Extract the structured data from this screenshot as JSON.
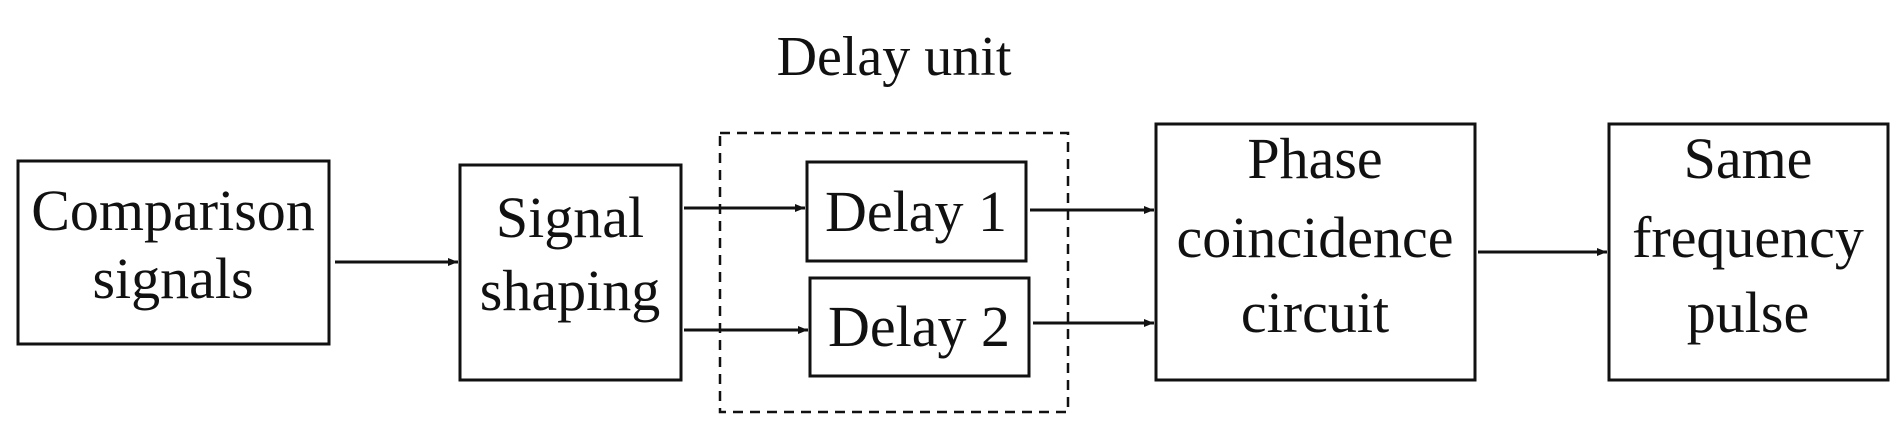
{
  "group": {
    "label": "Delay unit"
  },
  "blocks": {
    "comparison": {
      "line1": "Comparison",
      "line2": "signals"
    },
    "shaping": {
      "line1": "Signal",
      "line2": "shaping"
    },
    "delay1": {
      "line1": "Delay 1"
    },
    "delay2": {
      "line1": "Delay 2"
    },
    "phase": {
      "line1": "Phase",
      "line2": "coincidence",
      "line3": "circuit"
    },
    "output": {
      "line1": "Same",
      "line2": "frequency",
      "line3": "pulse"
    }
  }
}
